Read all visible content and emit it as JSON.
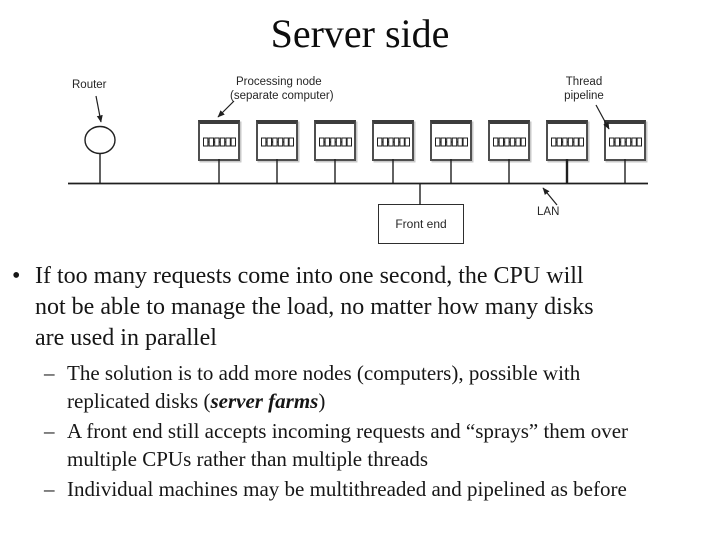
{
  "slide": {
    "title": "Server side"
  },
  "diagram": {
    "node_count": 8,
    "labels": {
      "router": "Router",
      "processing_node_line1": "Processing node",
      "processing_node_line2": "(separate computer)",
      "thread_pipeline_line1": "Thread",
      "thread_pipeline_line2": "pipeline",
      "front_end": "Front end",
      "lan": "LAN"
    }
  },
  "bullets": {
    "main": {
      "marker": "•",
      "lines": [
        "If too many requests come into one second, the CPU will",
        "not be able to manage the load, no matter how many disks",
        "are used in parallel"
      ]
    },
    "sub1": {
      "marker": "–",
      "line1": "The solution is to add more nodes (computers), possible with",
      "line2_before": "replicated disks (",
      "line2_emphasis": "server farms",
      "line2_after": ")"
    },
    "sub2": {
      "marker": "–",
      "line1": "A front end still accepts incoming requests and “sprays” them over",
      "line2": "multiple CPUs rather than multiple threads"
    },
    "sub3": {
      "marker": "–",
      "line1": "Individual machines may be multithreaded and pipelined as before"
    }
  },
  "colors": {
    "background": "#ffffff",
    "text": "#161616",
    "diagram_line": "#1f1f1f"
  }
}
